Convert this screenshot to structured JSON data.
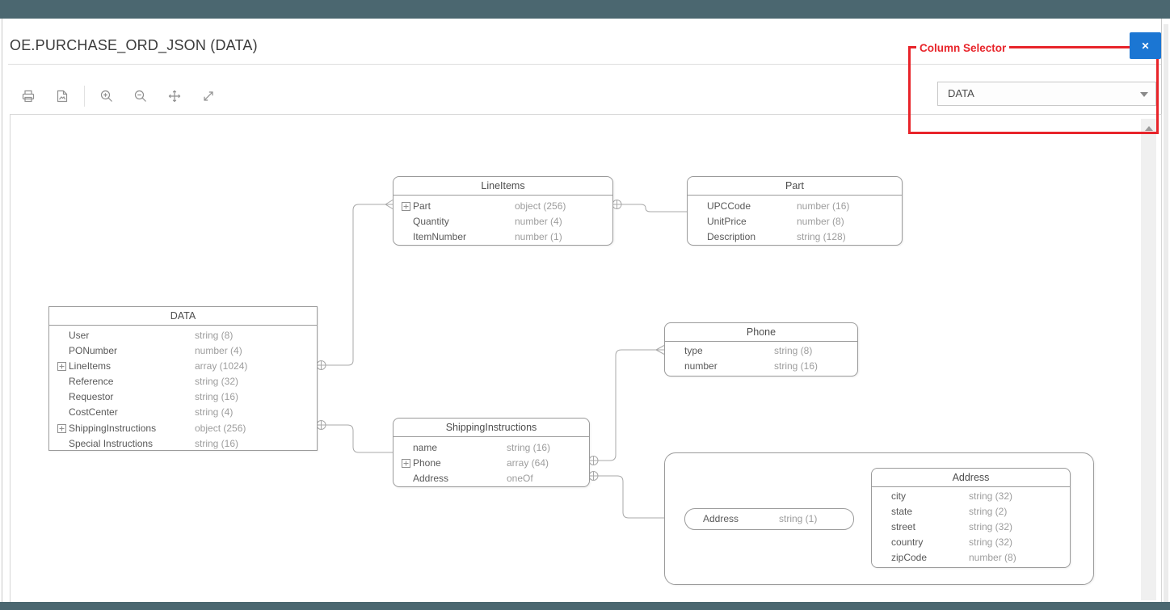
{
  "header": {
    "title": "OE.PURCHASE_ORD_JSON (DATA)"
  },
  "toolbar": {
    "icons": [
      "print",
      "export-image",
      "zoom-in",
      "zoom-out",
      "pan",
      "fit-to-window"
    ]
  },
  "column_selector": {
    "annotation_label": "Column Selector",
    "annotation_color": "#e8242a",
    "selected_value": "DATA",
    "close_icon": "✕",
    "close_button_color": "#1b76d3"
  },
  "diagram": {
    "entities": [
      {
        "name": "DATA",
        "rows": [
          {
            "label": "User",
            "type": "string (8)"
          },
          {
            "label": "PONumber",
            "type": "number (4)"
          },
          {
            "label": "LineItems",
            "type": "array (1024)",
            "expandable": true
          },
          {
            "label": "Reference",
            "type": "string (32)"
          },
          {
            "label": "Requestor",
            "type": "string (16)"
          },
          {
            "label": "CostCenter",
            "type": "string (4)"
          },
          {
            "label": "ShippingInstructions",
            "type": "object (256)",
            "expandable": true
          },
          {
            "label": "Special Instructions",
            "type": "string (16)"
          }
        ]
      },
      {
        "name": "LineItems",
        "rows": [
          {
            "label": "Part",
            "type": "object (256)",
            "expandable": true
          },
          {
            "label": "Quantity",
            "type": "number (4)"
          },
          {
            "label": "ItemNumber",
            "type": "number (1)"
          }
        ]
      },
      {
        "name": "Part",
        "rows": [
          {
            "label": "UPCCode",
            "type": "number (16)"
          },
          {
            "label": "UnitPrice",
            "type": "number (8)"
          },
          {
            "label": "Description",
            "type": "string (128)"
          }
        ]
      },
      {
        "name": "Phone",
        "rows": [
          {
            "label": "type",
            "type": "string (8)"
          },
          {
            "label": "number",
            "type": "string (16)"
          }
        ]
      },
      {
        "name": "ShippingInstructions",
        "rows": [
          {
            "label": "name",
            "type": "string (16)"
          },
          {
            "label": "Phone",
            "type": "array (64)",
            "expandable": true
          },
          {
            "label": "Address",
            "type": "oneOf"
          }
        ]
      },
      {
        "name": "Address",
        "rows": [
          {
            "label": "city",
            "type": "string (32)"
          },
          {
            "label": "state",
            "type": "string (2)"
          },
          {
            "label": "street",
            "type": "string (32)"
          },
          {
            "label": "country",
            "type": "string (32)"
          },
          {
            "label": "zipCode",
            "type": "number (8)"
          }
        ]
      }
    ],
    "oneof_option": {
      "label": "Address",
      "type": "string (1)"
    }
  }
}
